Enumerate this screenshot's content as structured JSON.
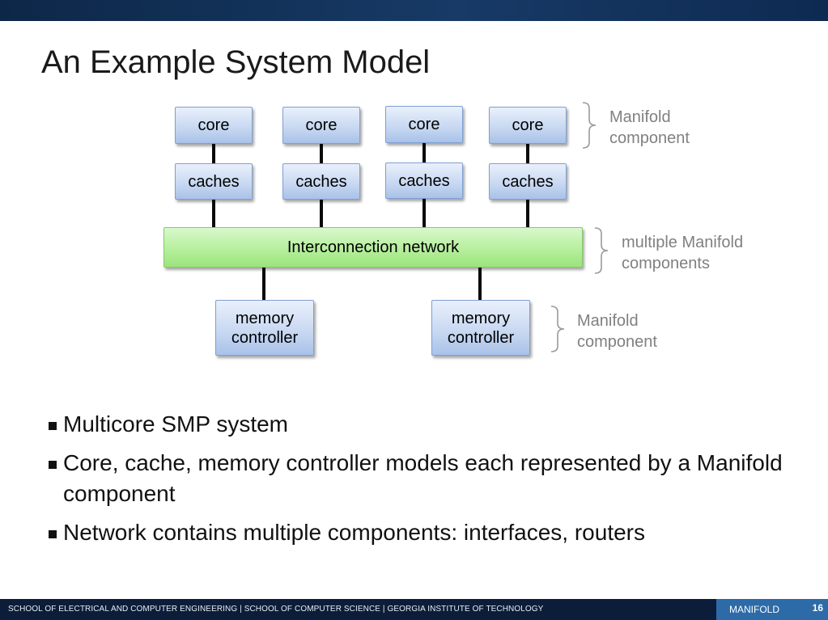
{
  "slide": {
    "title": "An Example System Model"
  },
  "diagram": {
    "cores": [
      "core",
      "core",
      "core",
      "core"
    ],
    "caches": [
      "caches",
      "caches",
      "caches",
      "caches"
    ],
    "network": "Interconnection network",
    "memory_controllers": [
      {
        "line1": "memory",
        "line2": "controller"
      },
      {
        "line1": "memory",
        "line2": "controller"
      }
    ],
    "annotations": {
      "top": {
        "line1": "Manifold",
        "line2": "component"
      },
      "middle": {
        "line1": "multiple Manifold",
        "line2": "components"
      },
      "bottom": {
        "line1": "Manifold",
        "line2": "component"
      }
    }
  },
  "bullets": [
    "Multicore SMP system",
    "Core, cache, memory controller models each represented by a Manifold component",
    "Network contains multiple components: interfaces, routers"
  ],
  "footer": {
    "text": "SCHOOL OF ELECTRICAL AND COMPUTER ENGINEERING | SCHOOL OF COMPUTER SCIENCE | GEORGIA INSTITUTE OF TECHNOLOGY",
    "tag": "MANIFOLD",
    "page": "16"
  },
  "colors": {
    "header_bar": "#173a66",
    "footer_bar": "#0c1d3a",
    "footer_tag": "#2d6aa8",
    "component_box": "#c9d9f2",
    "network_box": "#b6ef9d",
    "annotation_text": "#808080"
  }
}
